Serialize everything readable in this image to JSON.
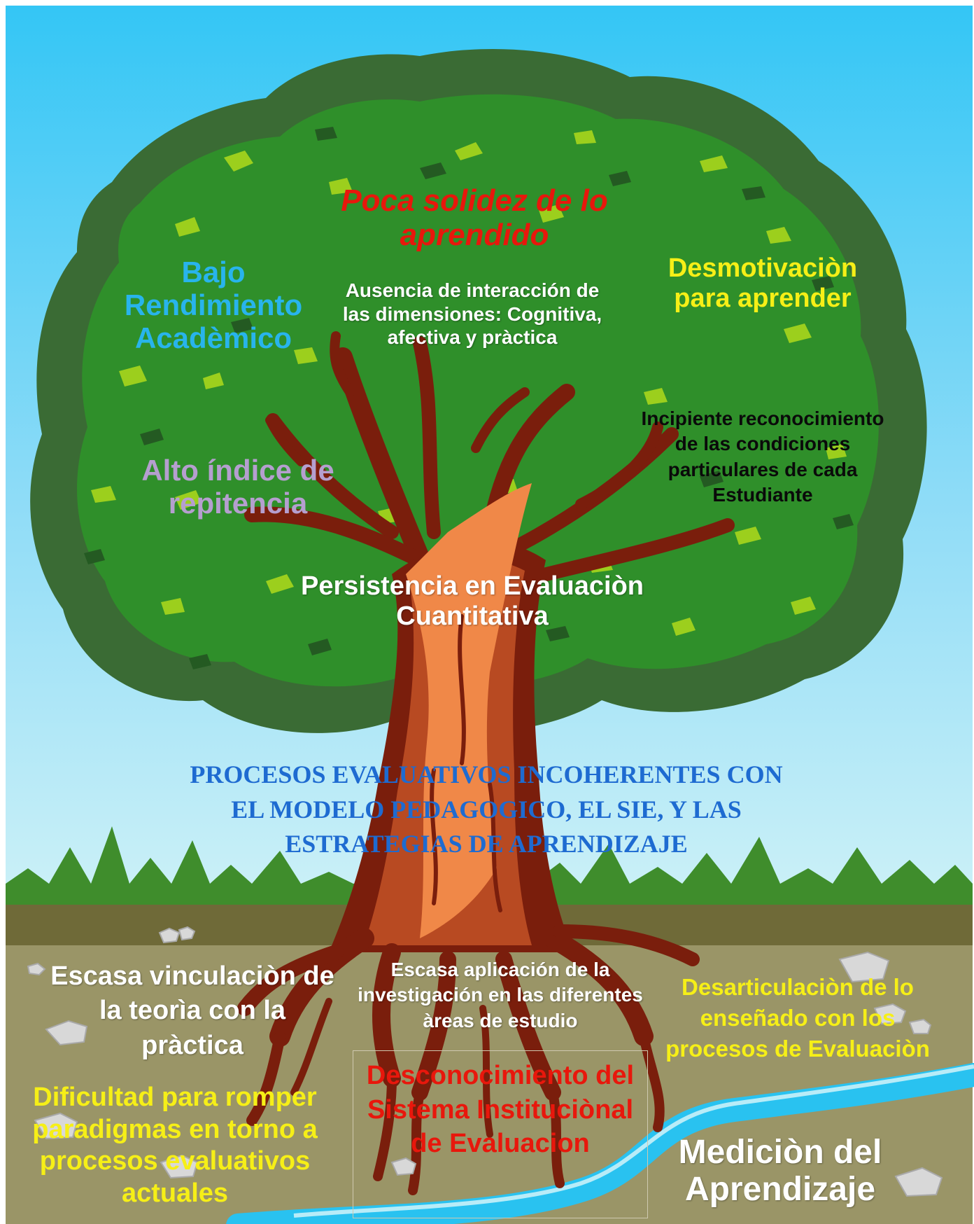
{
  "colors": {
    "sky_top": "#34c6f5",
    "sky_bottom": "#c3eef6",
    "crown_outer": "#3a6b34",
    "crown_inner": "#2f8f2a",
    "leaf_light": "#9ccf1d",
    "leaf_dark": "#245a22",
    "trunk_dark": "#7a1e0c",
    "trunk_mid": "#b84a22",
    "trunk_light": "#f08848",
    "grass": "#3f8d2c",
    "soil_top": "#6f6a38",
    "soil": "#9a9567",
    "river": "#29c2f0",
    "rock": "#d8d8d8"
  },
  "icons": {
    "tree": "tree-illustration",
    "rock": "rock-icon",
    "river": "river-icon"
  },
  "crown_labels": {
    "poca_solidez": "Poca solidez de lo aprendido",
    "bajo_rendimiento": "Bajo Rendimiento Acadèmico",
    "desmotivacion": "Desmotivaciòn para aprender",
    "ausencia_interaccion": "Ausencia de interacción de  las dimensiones: Cognitiva, afectiva y pràctica",
    "alto_indice": "Alto índice de repitencia",
    "incipiente": "Incipiente reconocimiento de las condiciones particulares de cada Estudiante",
    "persistencia": "Persistencia en Evaluaciòn Cuantitativa"
  },
  "trunk_label": "PROCESOS EVALUATIVOS INCOHERENTES CON EL MODELO PEDAGOGICO, EL SIE, Y LAS ESTRATEGIAS DE APRENDIZAJE",
  "root_labels": {
    "escasa_vinculacion": "Escasa vinculaciòn de la teorìa con la pràctica",
    "escasa_aplicacion": "Escasa  aplicación de la investigación en las diferentes àreas de estudio",
    "desarticulacion": "Desarticulaciòn de lo enseñado  con los procesos de Evaluaciòn",
    "dificultad": "Dificultad para romper paradigmas en torno a procesos evaluativos actuales",
    "desconocimiento": "Desconocimiento del Sistema Instituciònal de Evaluacion",
    "medicion": "Mediciòn del Aprendizaje"
  }
}
